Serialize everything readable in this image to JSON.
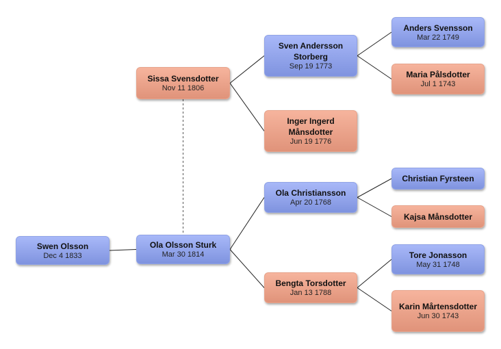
{
  "people": {
    "swen_olsson": {
      "name": "Swen Olsson",
      "date": "Dec 4 1833",
      "gender": "male"
    },
    "ola_olsson_sturk": {
      "name": "Ola Olsson Sturk",
      "date": "Mar 30 1814",
      "gender": "male"
    },
    "sissa_svensdotter": {
      "name": "Sissa Svensdotter",
      "date": "Nov 11 1806",
      "gender": "female"
    },
    "sven_andersson": {
      "name": "Sven Andersson Storberg",
      "date": "Sep 19 1773",
      "gender": "male"
    },
    "inger_ingerd": {
      "name": "Inger Ingerd Månsdotter",
      "date": "Jun 19 1776",
      "gender": "female"
    },
    "ola_christiansson": {
      "name": "Ola Christiansson",
      "date": "Apr 20 1768",
      "gender": "male"
    },
    "bengta_torsdotter": {
      "name": "Bengta Torsdotter",
      "date": "Jan 13 1788",
      "gender": "female"
    },
    "anders_svensson": {
      "name": "Anders Svensson",
      "date": "Mar 22 1749",
      "gender": "male"
    },
    "maria_palsdotter": {
      "name": "Maria Pålsdotter",
      "date": "Jul 1 1743",
      "gender": "female"
    },
    "christian_fyrsteen": {
      "name": "Christian Fyrsteen",
      "date": "",
      "gender": "male"
    },
    "kajsa_mansdotter": {
      "name": "Kajsa Månsdotter",
      "date": "",
      "gender": "female"
    },
    "tore_jonasson": {
      "name": "Tore Jonasson",
      "date": "May 31 1748",
      "gender": "male"
    },
    "karin_martensdotter": {
      "name": "Karin Mårtensdotter",
      "date": "Jun 30 1743",
      "gender": "female"
    }
  },
  "colors": {
    "male_fill": "#8fa2e6",
    "female_fill": "#e7a38b",
    "connector": "#222222"
  },
  "relations": [
    {
      "child": "swen_olsson",
      "parents": [
        "ola_olsson_sturk"
      ]
    },
    {
      "child": "ola_olsson_sturk",
      "parents": [
        "ola_christiansson",
        "bengta_torsdotter"
      ]
    },
    {
      "child": "sissa_svensdotter",
      "parents": [
        "sven_andersson",
        "inger_ingerd"
      ]
    },
    {
      "child": "sven_andersson",
      "parents": [
        "anders_svensson",
        "maria_palsdotter"
      ]
    },
    {
      "child": "ola_christiansson",
      "parents": [
        "christian_fyrsteen",
        "kajsa_mansdotter"
      ]
    },
    {
      "child": "bengta_torsdotter",
      "parents": [
        "tore_jonasson",
        "karin_martensdotter"
      ]
    }
  ],
  "spouses": [
    {
      "a": "ola_olsson_sturk",
      "b": "sissa_svensdotter"
    }
  ]
}
